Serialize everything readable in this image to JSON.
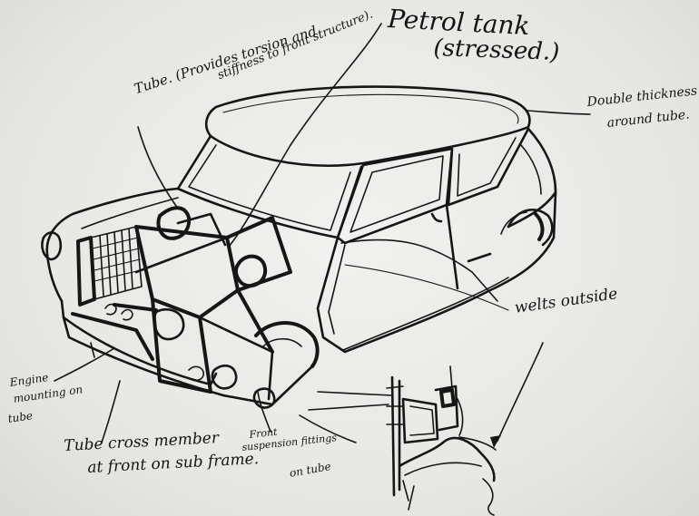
{
  "notes": {
    "tube_top": "Tube. (Provides torsion and",
    "tube_top_b": "stiffness to front structure).",
    "petrol_tank": "Petrol tank",
    "petrol_tank_b": "(stressed.)",
    "double_thickness": "Double thickness",
    "double_thickness_b": "around tube.",
    "welt_outside": "welts outside",
    "engine_1": "Engine",
    "engine_2": "mounting on",
    "engine_3": "tube",
    "cross_member_1": "Tube cross member",
    "cross_member_2": "at front on sub frame.",
    "front_susp_1": "Front",
    "front_susp_2": "suspension fittings",
    "on_tube": "on tube"
  }
}
